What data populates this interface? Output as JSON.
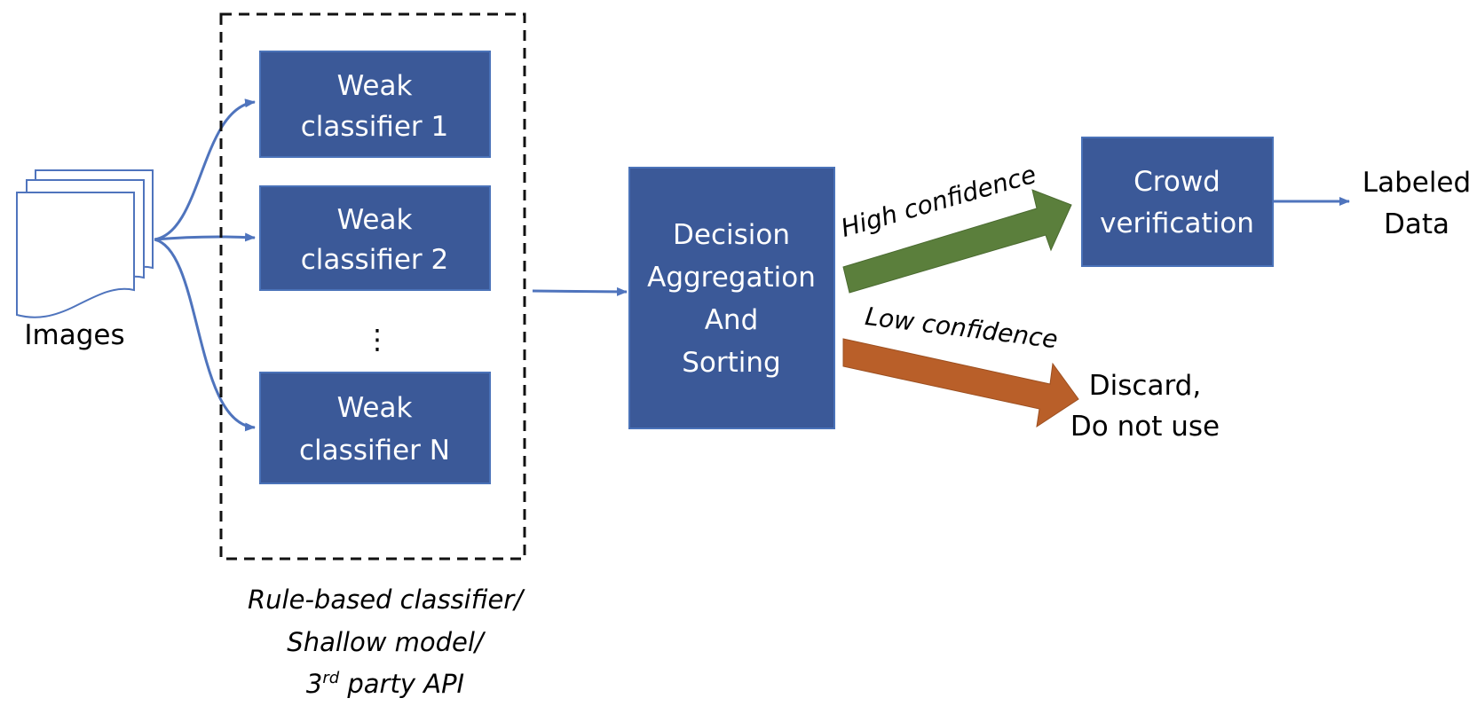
{
  "colors": {
    "box_fill": "#3b5998",
    "box_stroke": "#4a72b8",
    "connector": "#4f74bd",
    "high_confidence_arrow": "#5b7f3c",
    "low_confidence_arrow": "#b95f29",
    "dashed_border": "#111111"
  },
  "input": {
    "label": "Images",
    "icon": "documents-stack-icon"
  },
  "classifiers": {
    "items": [
      {
        "line1": "Weak",
        "line2": "classifier 1"
      },
      {
        "line1": "Weak",
        "line2": "classifier 2"
      },
      {
        "line1": "Weak",
        "line2": "classifier N"
      }
    ],
    "ellipsis": "⋮",
    "caption": {
      "line1": "Rule-based classifier/",
      "line2": "Shallow model/",
      "line3_num": "3",
      "line3_sup": "rd",
      "line3_rest": " party API"
    }
  },
  "aggregation": {
    "line1": "Decision",
    "line2": "Aggregation",
    "line3": "And",
    "line4": "Sorting"
  },
  "high_confidence": {
    "label": "High confidence"
  },
  "low_confidence": {
    "label": "Low confidence"
  },
  "crowd": {
    "line1": "Crowd",
    "line2": "verification"
  },
  "output": {
    "line1": "Labeled",
    "line2": "Data"
  },
  "discard": {
    "line1": "Discard,",
    "line2": "Do not use"
  }
}
